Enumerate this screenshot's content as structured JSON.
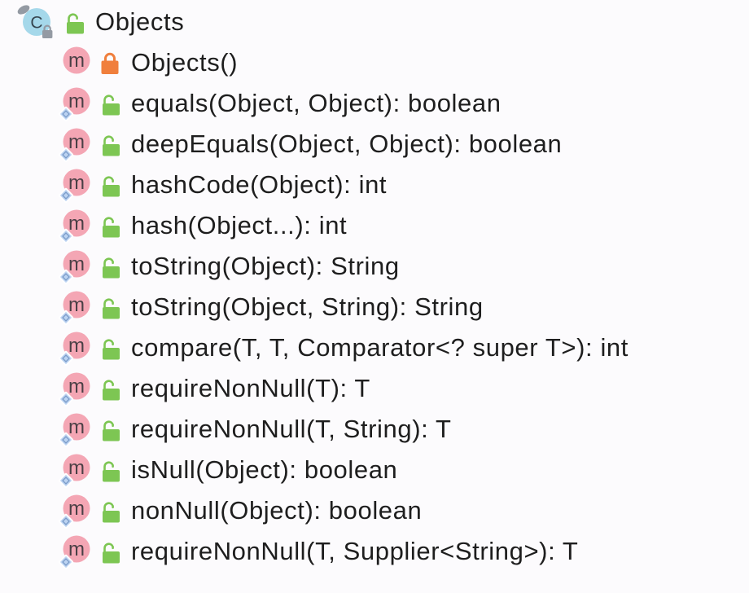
{
  "colors": {
    "background": "#fcfbfd",
    "text": "#1e1e1e",
    "class_blue": "#a5d8ea",
    "class_letter": "#36454f",
    "method_pink": "#f4a6b4",
    "method_letter": "#4a3f45",
    "public_green": "#7dc653",
    "private_orange": "#f07f3d",
    "static_blue": "#bcd3f2",
    "static_edge": "#7b9cc9",
    "final_gray": "#949aa3"
  },
  "class_row": {
    "label": "Objects",
    "kind": "class",
    "visibility": "public",
    "modifier": "final"
  },
  "members": [
    {
      "label": "Objects()",
      "kind": "constructor",
      "visibility": "private",
      "static": false
    },
    {
      "label": "equals(Object, Object): boolean",
      "kind": "method",
      "visibility": "public",
      "static": true
    },
    {
      "label": "deepEquals(Object, Object): boolean",
      "kind": "method",
      "visibility": "public",
      "static": true
    },
    {
      "label": "hashCode(Object): int",
      "kind": "method",
      "visibility": "public",
      "static": true
    },
    {
      "label": "hash(Object...): int",
      "kind": "method",
      "visibility": "public",
      "static": true
    },
    {
      "label": "toString(Object): String",
      "kind": "method",
      "visibility": "public",
      "static": true
    },
    {
      "label": "toString(Object, String): String",
      "kind": "method",
      "visibility": "public",
      "static": true
    },
    {
      "label": "compare(T, T, Comparator<? super T>): int",
      "kind": "method",
      "visibility": "public",
      "static": true
    },
    {
      "label": "requireNonNull(T): T",
      "kind": "method",
      "visibility": "public",
      "static": true
    },
    {
      "label": "requireNonNull(T, String): T",
      "kind": "method",
      "visibility": "public",
      "static": true
    },
    {
      "label": "isNull(Object): boolean",
      "kind": "method",
      "visibility": "public",
      "static": true
    },
    {
      "label": "nonNull(Object): boolean",
      "kind": "method",
      "visibility": "public",
      "static": true
    },
    {
      "label": "requireNonNull(T, Supplier<String>): T",
      "kind": "method",
      "visibility": "public",
      "static": true
    }
  ]
}
